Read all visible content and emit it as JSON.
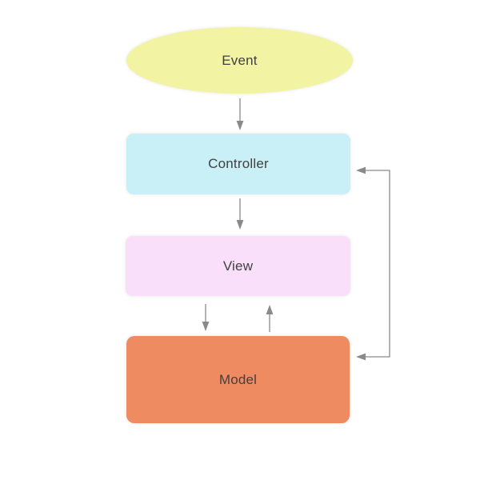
{
  "diagram": {
    "background_color": "#ffffff",
    "text_color": "#414141",
    "edge_color": "#8a8a8a",
    "nodes": {
      "event": {
        "label": "Event",
        "shape": "ellipse",
        "color": "#f2f3a3"
      },
      "controller": {
        "label": "Controller",
        "shape": "rounded-rect",
        "color": "#c9eff7"
      },
      "view": {
        "label": "View",
        "shape": "rounded-rect",
        "color": "#f9dff9"
      },
      "model": {
        "label": "Model",
        "shape": "rounded-rect",
        "color": "#ee8b60"
      }
    },
    "edges": [
      {
        "from": "event",
        "to": "controller",
        "style": "straight-down-arrow"
      },
      {
        "from": "controller",
        "to": "view",
        "style": "straight-down-arrow"
      },
      {
        "from": "view",
        "to": "model",
        "style": "straight-down-arrow"
      },
      {
        "from": "model",
        "to": "view",
        "style": "straight-up-arrow"
      },
      {
        "from": "right-side-rail",
        "to": "controller",
        "style": "elbow-left-arrow"
      },
      {
        "from": "right-side-rail",
        "to": "model",
        "style": "elbow-left-arrow"
      }
    ]
  }
}
